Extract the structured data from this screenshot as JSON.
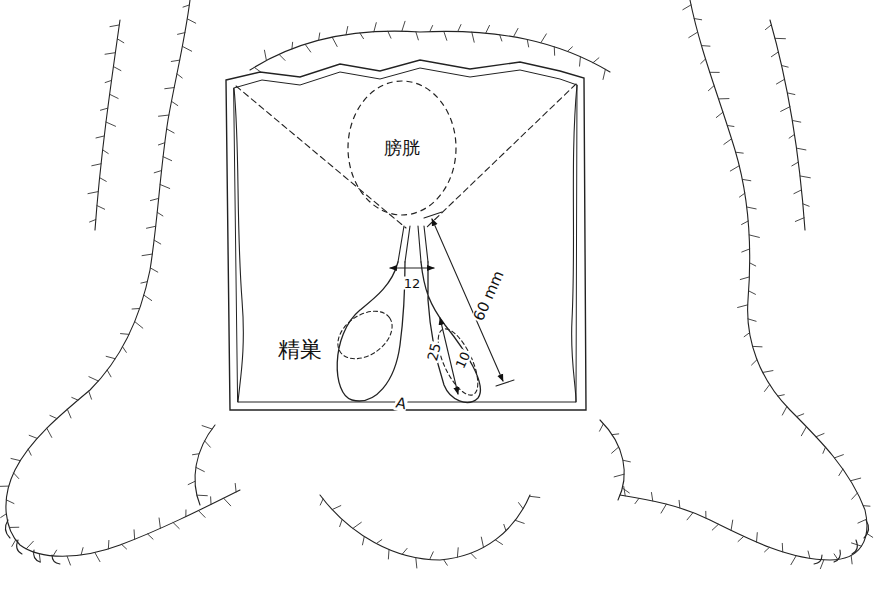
{
  "diagram": {
    "nodes": [
      {
        "text": [
          "膀胱"
        ]
      }
    ],
    "labels": [
      "精巣",
      "60 mm",
      "12",
      "25",
      "10",
      "A"
    ]
  }
}
